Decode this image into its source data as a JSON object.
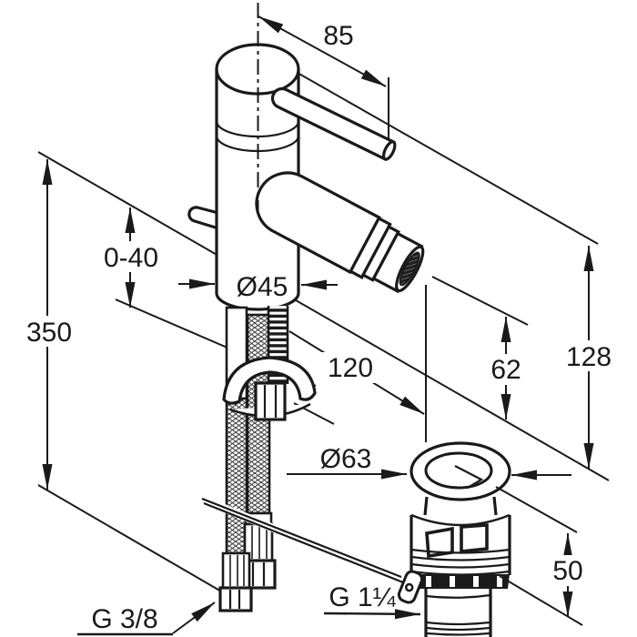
{
  "drawing": {
    "type": "technical-dimension-drawing",
    "subject": "single-lever bidet mixer with pop-up waste set",
    "background_color": "#ffffff",
    "line_color": "#1a1a1a",
    "dimensions": {
      "lever_length": "85",
      "deck_thickness_range": "0-40",
      "hose_length": "350",
      "body_diameter": "Ø45",
      "spout_reach": "120",
      "spout_outlet_height": "62",
      "total_height": "128",
      "waste_flange_diameter": "Ø63",
      "waste_body_height": "50",
      "supply_connection_thread": "G 3/8",
      "waste_connection_thread": "G 1¼"
    }
  }
}
